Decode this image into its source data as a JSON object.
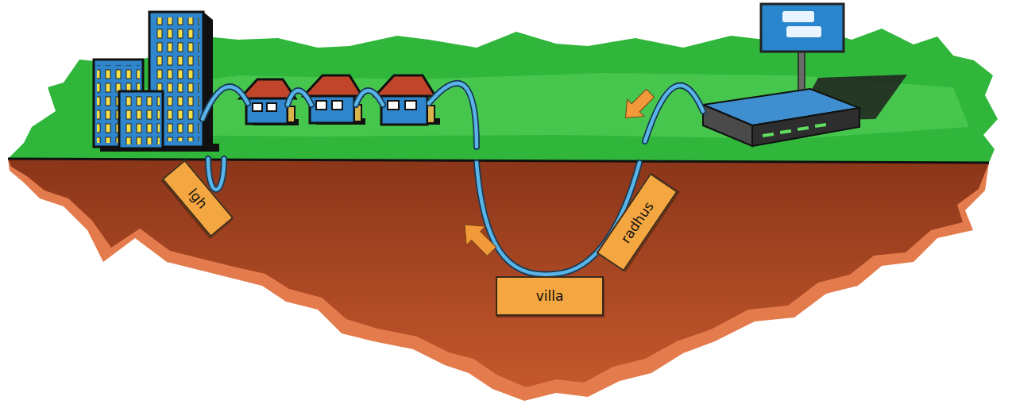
{
  "diagram": {
    "nodes": [
      {
        "text": [
          "lgh"
        ]
      },
      {
        "text": [
          "villa"
        ]
      },
      {
        "text": [
          "radhus"
        ]
      }
    ]
  }
}
